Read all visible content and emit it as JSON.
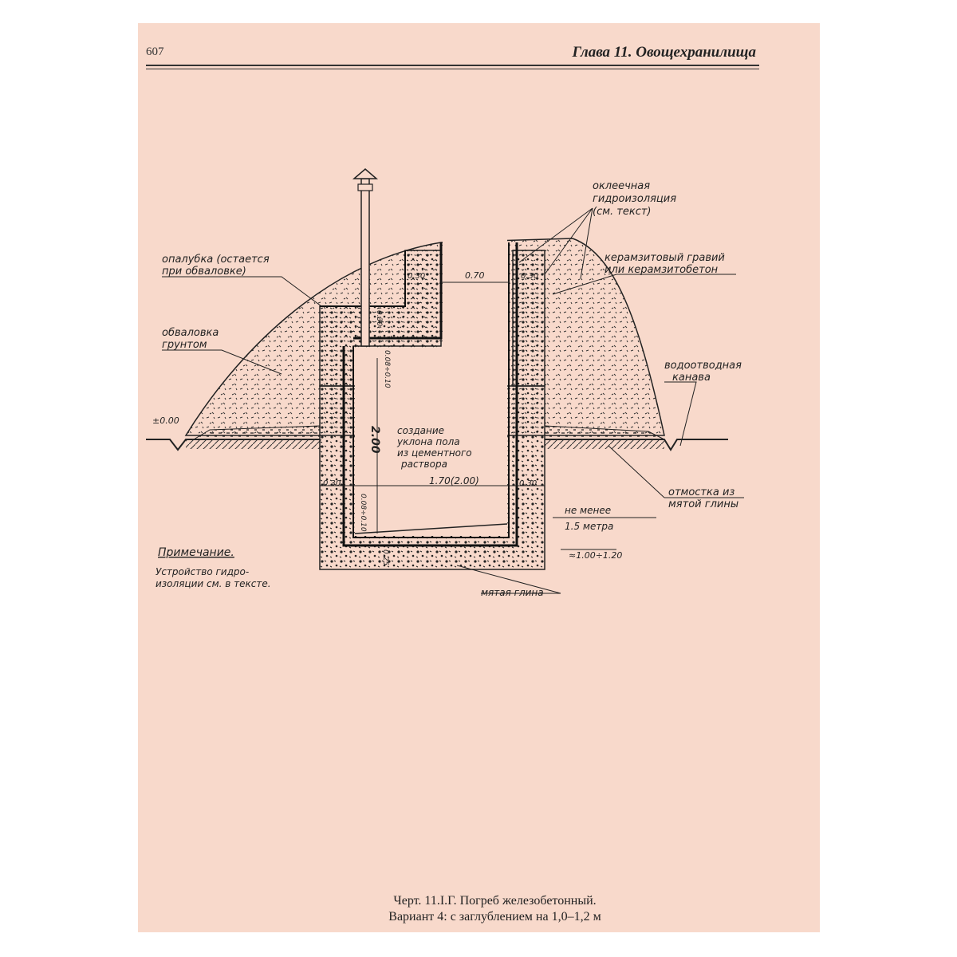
{
  "page": {
    "number": "607",
    "running_head": "Глава 11. Овощехранилища"
  },
  "drawing": {
    "labels": {
      "okleechnaya": "оклеечная",
      "gidroizolyatsiya": "гидроизоляция",
      "sm_tekst": "(см. текст)",
      "keramzit_1": "керамзитовый гравий",
      "keramzit_2": "или керамзитобетон",
      "opalubka_1": "опалубка (остается",
      "opalubka_2": "при обваловке)",
      "obvalovka_1": "обваловка",
      "obvalovka_2": "грунтом",
      "kanava_1": "водоотводная",
      "kanava_2": "канава",
      "zero_level": "±0.00",
      "uklon_1": "создание",
      "uklon_2": "уклона пола",
      "uklon_3": "из цементного",
      "uklon_4": "раствора",
      "otmostka_1": "отмостка из",
      "otmostka_2": "мятой глины",
      "ne_menee_1": "не менее",
      "ne_menee_2": "1.5 метра",
      "depth": "≈1.00÷1.20",
      "myataya_glina": "мятая глина"
    },
    "dimensions": {
      "d_030_top_left": "0.30",
      "d_070": "0.70",
      "d_030_top_right": "0.30",
      "d_030_mid": "0.30",
      "d_008_010_upper": "0.08÷0.10",
      "d_200": "2.00",
      "d_030_bottom_left": "0.30",
      "d_170": "1.70(2.00)",
      "d_030_bottom_right": "0.30",
      "d_008_010_lower": "0.08÷0.10",
      "d_025": "0.25"
    },
    "note_title": "Примечание.",
    "note_line_1": "Устройство гидро-",
    "note_line_2": "изоляции см. в тексте."
  },
  "caption": {
    "line_1": "Черт. 11.I.Г. Погреб железобетонный.",
    "line_2": "Вариант 4: с заглублением на 1,0–1,2 м"
  }
}
